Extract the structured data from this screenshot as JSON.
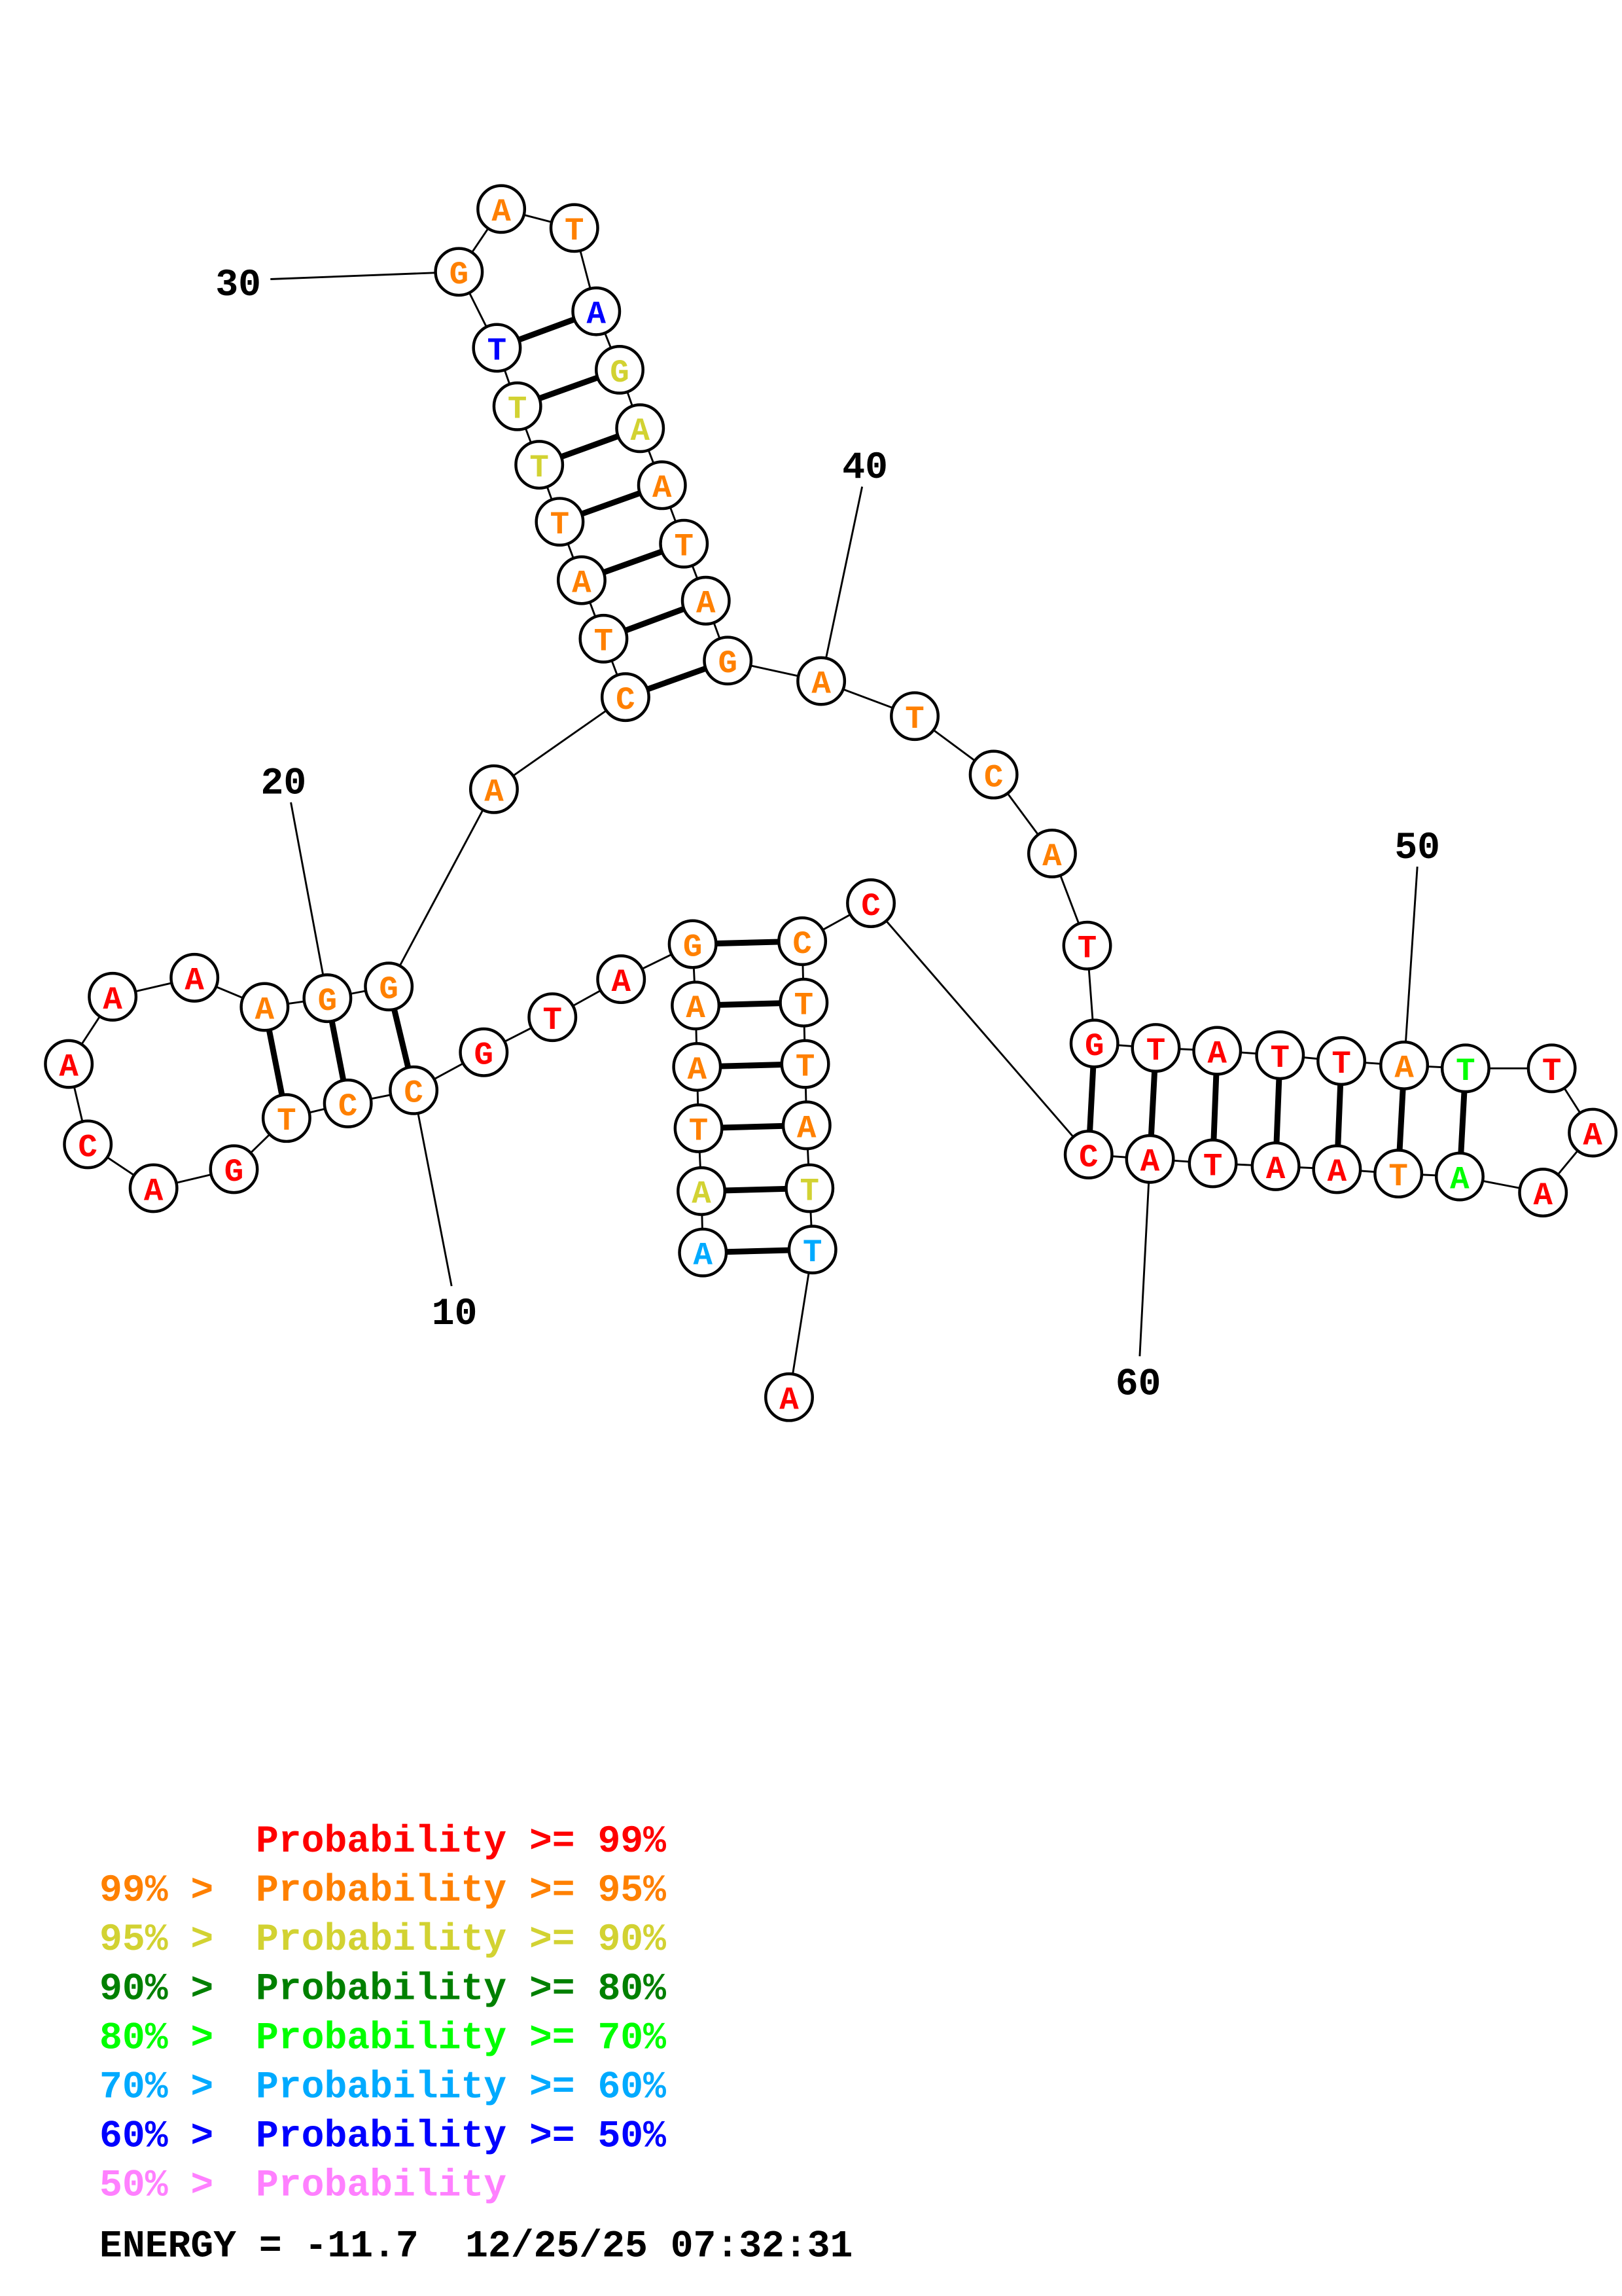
{
  "colors": {
    "p99": "#ff0000",
    "p95": "#ff8000",
    "p90": "#d2d232",
    "p80": "#008000",
    "p70": "#00ff00",
    "p60": "#00aaff",
    "p50": "#0000ff",
    "plow": "#ff80ff"
  },
  "sequence": "AATAAGATGCCTGACAAAAGGACTATTTTGATAGAATAGATCATGTATTATTAAATAATACCCTTATTA",
  "probability_class": [
    "p60",
    "p90",
    "p95",
    "p95",
    "p95",
    "p95",
    "p99",
    "p99",
    "p99",
    "p95",
    "p95",
    "p95",
    "p99",
    "p99",
    "p99",
    "p99",
    "p99",
    "p99",
    "p95",
    "p95",
    "p95",
    "p95",
    "p95",
    "p95",
    "p95",
    "p95",
    "p90",
    "p90",
    "p50",
    "p95",
    "p95",
    "p95",
    "p50",
    "p90",
    "p90",
    "p95",
    "p95",
    "p95",
    "p95",
    "p95",
    "p95",
    "p95",
    "p95",
    "p99",
    "p99",
    "p99",
    "p99",
    "p99",
    "p99",
    "p95",
    "p70",
    "p99",
    "p99",
    "p99",
    "p70",
    "p95",
    "p99",
    "p99",
    "p99",
    "p99",
    "p99",
    "p99",
    "p95",
    "p95",
    "p95",
    "p95",
    "p90",
    "p60",
    "p99"
  ],
  "pairs": [
    [
      1,
      68
    ],
    [
      2,
      67
    ],
    [
      3,
      66
    ],
    [
      4,
      65
    ],
    [
      5,
      64
    ],
    [
      6,
      63
    ],
    [
      10,
      21
    ],
    [
      11,
      20
    ],
    [
      12,
      19
    ],
    [
      23,
      39
    ],
    [
      24,
      38
    ],
    [
      25,
      37
    ],
    [
      26,
      36
    ],
    [
      27,
      35
    ],
    [
      28,
      34
    ],
    [
      29,
      33
    ],
    [
      45,
      61
    ],
    [
      46,
      60
    ],
    [
      47,
      59
    ],
    [
      48,
      58
    ],
    [
      49,
      57
    ],
    [
      50,
      56
    ],
    [
      51,
      55
    ]
  ],
  "position_labels": [
    {
      "text": "10",
      "index": 10
    },
    {
      "text": "20",
      "index": 20
    },
    {
      "text": "30",
      "index": 30
    },
    {
      "text": "40",
      "index": 40
    },
    {
      "text": "50",
      "index": 50
    },
    {
      "text": "60",
      "index": 60
    }
  ],
  "legend": [
    {
      "prefix": "",
      "text": "Probability >= 99%",
      "class": "p99"
    },
    {
      "prefix": "99% > ",
      "text": "Probability >= 95%",
      "class": "p95"
    },
    {
      "prefix": "95% > ",
      "text": "Probability >= 90%",
      "class": "p90"
    },
    {
      "prefix": "90% > ",
      "text": "Probability >= 80%",
      "class": "p80"
    },
    {
      "prefix": "80% > ",
      "text": "Probability >= 70%",
      "class": "p70"
    },
    {
      "prefix": "70% > ",
      "text": "Probability >= 60%",
      "class": "p60"
    },
    {
      "prefix": "60% > ",
      "text": "Probability >= 50%",
      "class": "p50"
    },
    {
      "prefix": "50% > ",
      "text": "Probability",
      "class": "plow"
    }
  ],
  "footer": {
    "energy": "ENERGY = -11.7",
    "datetime": "12/25/25 07:32:31"
  }
}
